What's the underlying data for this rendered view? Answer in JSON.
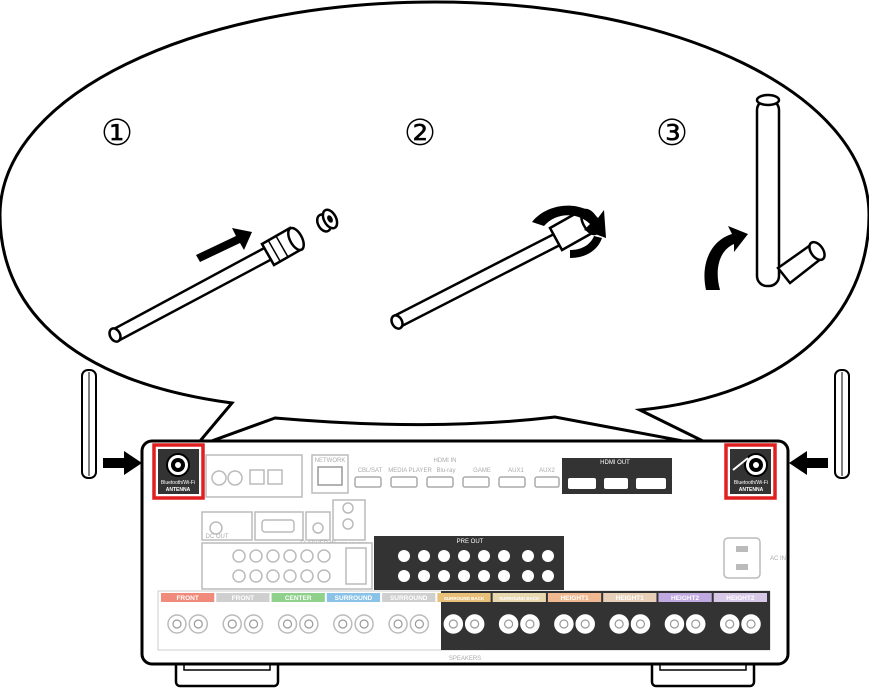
{
  "steps": [
    "①",
    "②",
    "③"
  ],
  "antenna_label_line1": "Bluetooth/Wi-Fi",
  "antenna_label_line2": "ANTENNA",
  "panel_labels": {
    "network": "NETWORK",
    "hdmi_in": "HDMI IN",
    "hdmi_out": "HDMI OUT",
    "pre_out": "PRE OUT",
    "ac_in": "AC IN",
    "dc_out": "DC OUT",
    "flasher_in": "FLASHER IN",
    "remote_control": "REMOTE CONTROL",
    "speakers": "SPEAKERS"
  },
  "hdmi_inputs": [
    "CBL/SAT",
    "MEDIA PLAYER",
    "Blu-ray",
    "GAME",
    "AUX1",
    "AUX2"
  ],
  "speaker_groups": [
    {
      "label": "FRONT",
      "color": "#f08a7a"
    },
    {
      "label": "FRONT",
      "color": "#cfcfcf"
    },
    {
      "label": "CENTER",
      "color": "#8fd08a"
    },
    {
      "label": "SURROUND",
      "color": "#8ac2e8"
    },
    {
      "label": "SURROUND",
      "color": "#cfcfcf"
    },
    {
      "label": "SURROUND BACK",
      "color": "#e8c07a"
    },
    {
      "label": "SURROUND BACK",
      "color": "#e8d8b0"
    },
    {
      "label": "HEIGHT1",
      "color": "#f0b890"
    },
    {
      "label": "HEIGHT1",
      "color": "#e8d0b8"
    },
    {
      "label": "HEIGHT2",
      "color": "#c0a8e0"
    },
    {
      "label": "HEIGHT2",
      "color": "#d8c8e8"
    }
  ]
}
